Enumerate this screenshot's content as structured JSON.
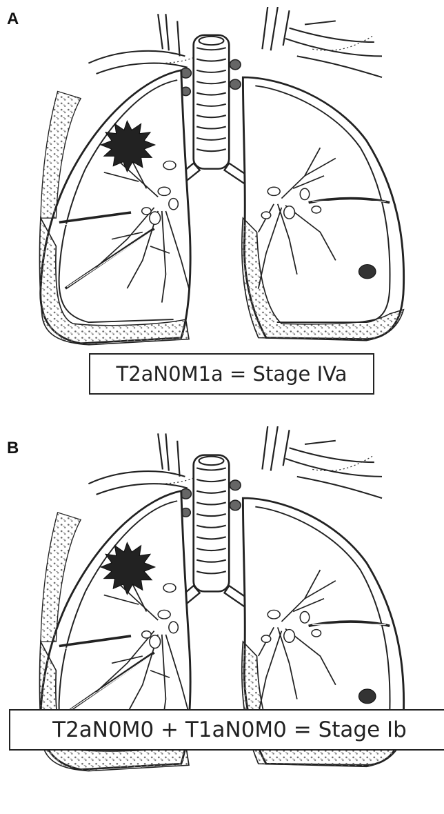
{
  "panels": [
    {
      "letter": "A",
      "caption": "T2aN0M1a = Stage IVa"
    },
    {
      "letter": "B",
      "caption": "T2aN0M0 + T1aN0M0 = Stage Ib"
    }
  ]
}
